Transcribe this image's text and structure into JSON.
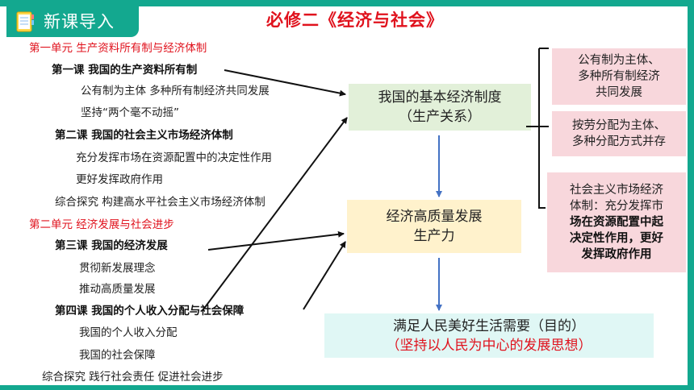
{
  "header": {
    "badge_label": "新课导入",
    "title": "必修二《经济与社会》"
  },
  "outline": [
    {
      "text": "第一单元 生产资料所有制与经济体制",
      "kind": "unit"
    },
    {
      "text": "第一课 我国的生产资料所有制",
      "kind": "lesson"
    },
    {
      "text": "公有制为主体 多种所有制经济共同发展",
      "kind": "item"
    },
    {
      "text": "坚持“两个毫不动摇”",
      "kind": "item"
    },
    {
      "text": "第二课 我国的社会主义市场经济体制",
      "kind": "lesson"
    },
    {
      "text": "充分发挥市场在资源配置中的决定性作用",
      "kind": "item"
    },
    {
      "text": "更好发挥政府作用",
      "kind": "item"
    },
    {
      "text": "综合探究 构建高水平社会主义市场经济体制",
      "kind": "explore"
    },
    {
      "text": "第二单元 经济发展与社会进步",
      "kind": "unit"
    },
    {
      "text": "第三课 我国的经济发展",
      "kind": "lesson"
    },
    {
      "text": "贯彻新发展理念",
      "kind": "item"
    },
    {
      "text": "推动高质量发展",
      "kind": "item"
    },
    {
      "text": "第四课 我国的个人收入分配与社会保障",
      "kind": "lesson"
    },
    {
      "text": "我国的个人收入分配",
      "kind": "item"
    },
    {
      "text": "我国的社会保障",
      "kind": "item"
    },
    {
      "text": "综合探究 践行社会责任 促进社会进步",
      "kind": "explore"
    }
  ],
  "diagram": {
    "system_box": {
      "lines": [
        "我国的基本经济制度",
        "（生产关系）"
      ]
    },
    "development_box": {
      "lines": [
        "经济高质量发展",
        "生产力"
      ]
    },
    "goal_box": {
      "line1": "满足人民美好生活需要（目的）",
      "line2": "（坚持以人民为中心的发展思想）"
    },
    "pink_1": {
      "lines": [
        "公有制为主体、",
        "多种所有制经济",
        "共同发展"
      ]
    },
    "pink_2": {
      "lines": [
        "按劳分配为主体、",
        "多种分配方式并存"
      ]
    },
    "pink_3": {
      "lines": [
        "社会主义市场经济",
        "体制：充分发挥市",
        "场在资源配置中起",
        "决定性作用，更好",
        "发挥政府作用"
      ]
    }
  },
  "colors": {
    "accent": "#13a88f",
    "title_red": "#e0121d",
    "flow_arrow": "#4472c4"
  }
}
